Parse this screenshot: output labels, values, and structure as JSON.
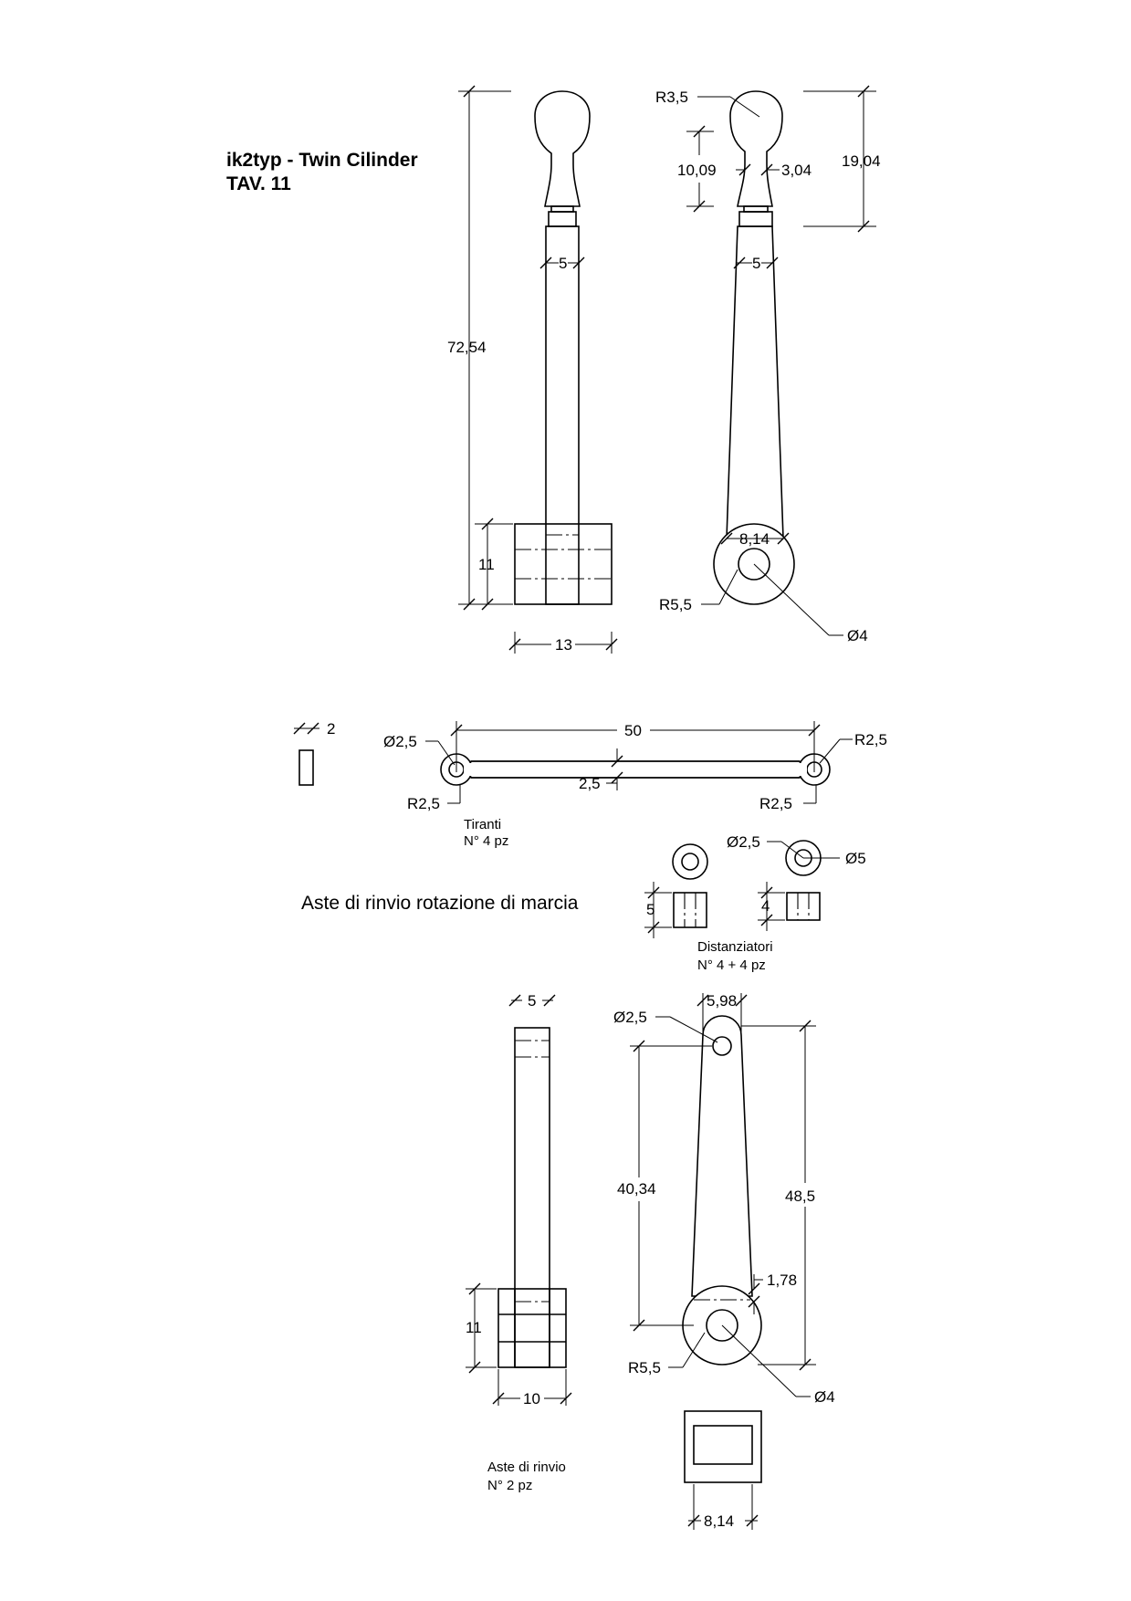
{
  "title": {
    "line1": "ik2typ - Twin Cilinder",
    "line2": "TAV. 11"
  },
  "section_label": "Aste di rinvio rotazione di marcia",
  "lever": {
    "dims": {
      "overall_height": "72,54",
      "hub_height": "11",
      "hub_width": "13",
      "shaft_width_side": "5",
      "shaft_width_front": "5",
      "knob_radius": "R3,5",
      "neck_length": "10,09",
      "neck_width": "3,04",
      "handle_height": "19,04",
      "arm_width_bottom": "8,14",
      "boss_radius": "R5,5",
      "bore_diameter": "Ø4"
    }
  },
  "tie_rod": {
    "dims": {
      "thickness": "2",
      "hole_diameter": "Ø2,5",
      "center_distance": "50",
      "end_radius_top": "R2,5",
      "end_radius_left": "R2,5",
      "end_radius_right": "R2,5",
      "bar_width": "2,5"
    },
    "note": {
      "name": "Tiranti",
      "qty": "N° 4 pz"
    }
  },
  "spacers": {
    "dims": {
      "inner_diameter": "Ø2,5",
      "outer_diameter": "Ø5",
      "length_a": "5",
      "length_b": "4"
    },
    "note": {
      "name": "Distanziatori",
      "qty": "N° 4 + 4 pz"
    }
  },
  "return_rod": {
    "dims": {
      "shaft_width": "5",
      "hub_height": "11",
      "hub_width": "10",
      "top_width": "5,98",
      "pin_hole_diameter": "Ø2,5",
      "hole_to_hub_length": "40,34",
      "overall_length": "48,5",
      "offset": "1,78",
      "boss_radius": "R5,5",
      "bore_diameter": "Ø4",
      "section_width": "8,14"
    },
    "note": {
      "name": "Aste di rinvio",
      "qty": "N° 2 pz"
    }
  }
}
